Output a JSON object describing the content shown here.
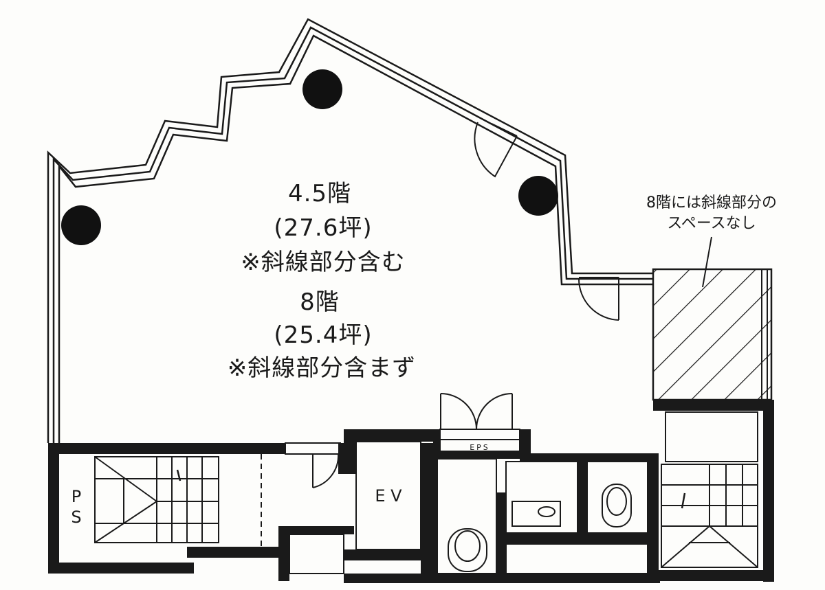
{
  "floor_4_5": {
    "name": "4.5階",
    "area": "(27.6坪)",
    "note": "※斜線部分含む"
  },
  "floor_8": {
    "name": "8階",
    "area": "(25.4坪)",
    "note": "※斜線部分含まず"
  },
  "annotation": {
    "line1": "8階には斜線部分の",
    "line2": "スペースなし"
  },
  "rooms": {
    "ps": "P\nS",
    "ev": "E V",
    "eps": "EPS"
  },
  "colors": {
    "wall": "#1a1a1a",
    "background": "#fdfdfb"
  }
}
